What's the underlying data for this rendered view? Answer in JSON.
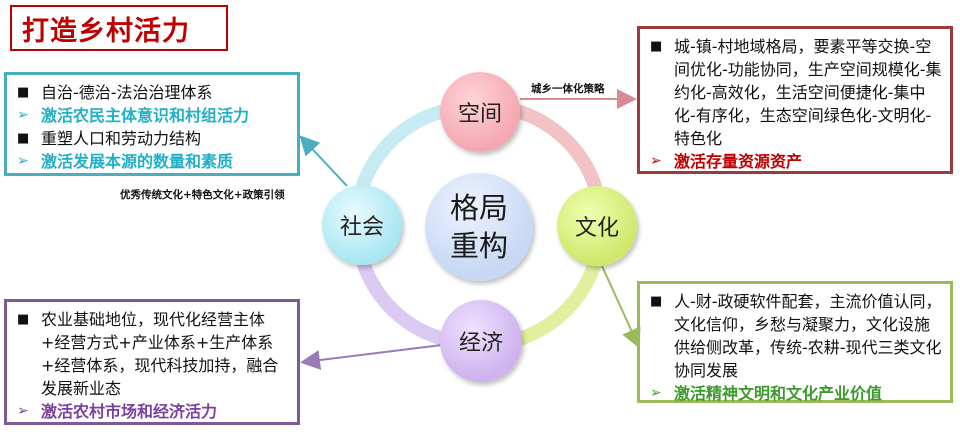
{
  "title": "打造乡村活力",
  "center_node": {
    "line1": "格局",
    "line2": "重构"
  },
  "nodes": {
    "space": "空间",
    "culture": "文化",
    "society": "社会",
    "economy": "经济"
  },
  "edge_labels": {
    "urban_rural": "城乡一体化策略",
    "society_link": "优秀传统文化+特色文化+政策引领"
  },
  "boxes": {
    "society_box": [
      {
        "type": "square",
        "text": "自治-德治-法治治理体系",
        "highlight": false
      },
      {
        "type": "arrow",
        "text": "激活农民主体意识和村组活力",
        "highlight": true
      },
      {
        "type": "square",
        "text": "重塑人口和劳动力结构",
        "highlight": false
      },
      {
        "type": "arrow",
        "text": "激活发展本源的数量和素质",
        "highlight": true
      }
    ],
    "economy_box": [
      {
        "type": "square",
        "text": "农业基础地位，现代化经营主体+经营方式+产业体系+生产体系+经营体系，现代科技加持，融合发展新业态",
        "highlight": false
      },
      {
        "type": "arrow",
        "text": "激活农村市场和经济活力",
        "highlight": true
      }
    ],
    "space_box": [
      {
        "type": "square",
        "text": "城-镇-村地域格局，要素平等交换-空间优化-功能协同，生产空间规模化-集约化-高效化，生活空间便捷化-集中化-有序化，生态空间绿色化-文明化-特色化",
        "highlight": false
      },
      {
        "type": "arrow",
        "text": "激活存量资源资产",
        "highlight": true
      }
    ],
    "culture_box": [
      {
        "type": "square",
        "text": "人-财-政硬软件配套，主流价值认同，文化信仰，乡愁与凝聚力，文化设施供给侧改革，传统-农耕-现代三类文化协同发展",
        "highlight": false
      },
      {
        "type": "arrow",
        "text": "激活精神文明和文化产业价值",
        "highlight": true
      }
    ]
  },
  "colors": {
    "title": "#c00000",
    "society": "#4aaebf",
    "economy": "#7b5a97",
    "space": "#9b3b3b",
    "culture": "#9bbb5a"
  }
}
